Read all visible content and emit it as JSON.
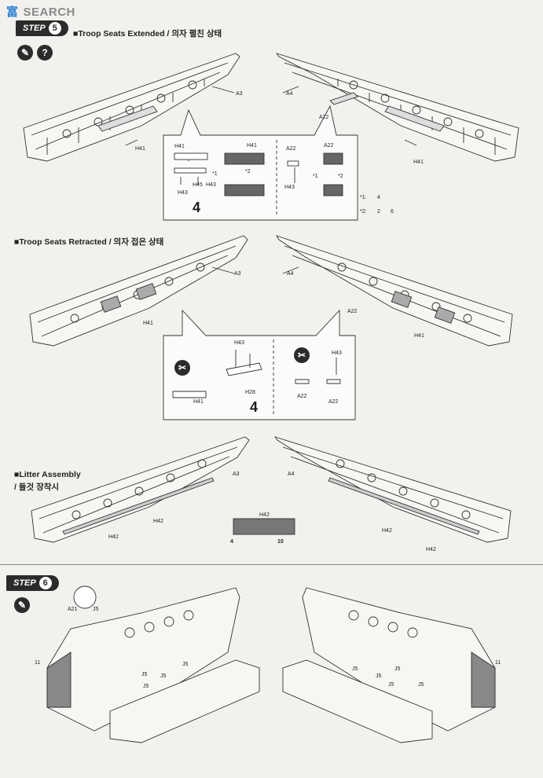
{
  "watermark": {
    "logo": "富",
    "text": "SEARCH"
  },
  "steps": [
    {
      "label": "STEP",
      "number": "5"
    },
    {
      "label": "STEP",
      "number": "6"
    }
  ],
  "sections": [
    {
      "title": "■Troop Seats Extended / 의자 펼친 상태"
    },
    {
      "title": "■Troop Seats Retracted / 의자 접은  상태"
    },
    {
      "title": "■Litter Assembly"
    },
    {
      "title": "/ 들것 장착시"
    }
  ],
  "part_labels": {
    "A3": "A3",
    "A4": "A4",
    "A21": "A21",
    "A22": "A22",
    "H28": "H28",
    "H41": "H41",
    "H42": "H42",
    "H43": "H43",
    "H45": "H45",
    "J5": "J5"
  },
  "markers": {
    "m1": "*1",
    "m2": "*2",
    "note1": "*1:",
    "note2": "*2:"
  },
  "numbers": {
    "n4": "4",
    "n6": "6",
    "n10": "10",
    "n11": "11",
    "n2": "2"
  },
  "icons": [
    "glue-icon",
    "question-icon",
    "paint-icon"
  ]
}
